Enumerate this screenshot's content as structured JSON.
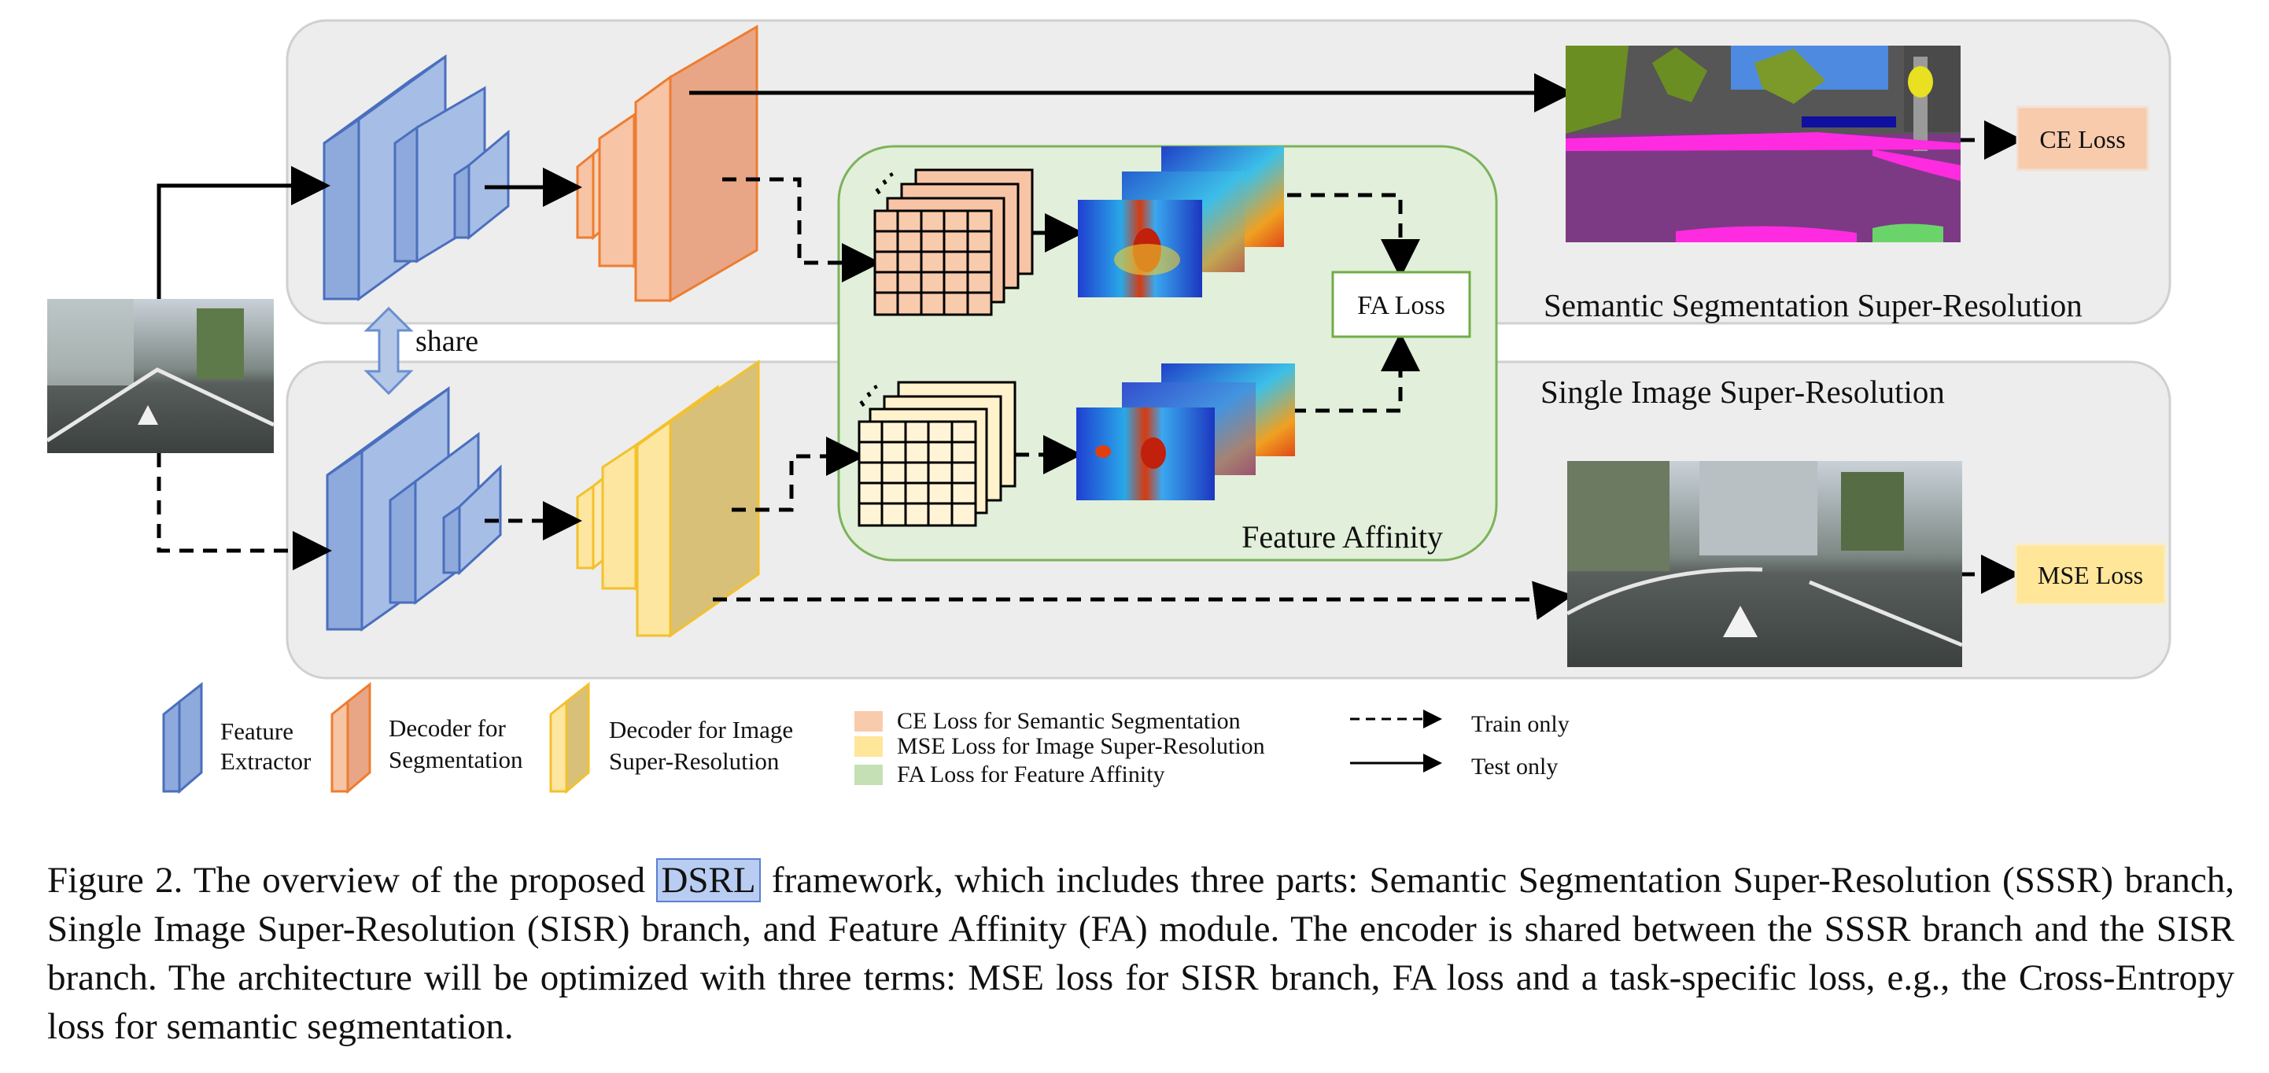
{
  "figure": {
    "share_label": "share",
    "ce_loss": "CE Loss",
    "mse_loss": "MSE Loss",
    "fa_loss": "FA Loss",
    "feature_affinity_title": "Feature Affinity",
    "sssr_title": "Semantic Segmentation Super-Resolution",
    "sisr_title": "Single Image Super-Resolution",
    "legend": {
      "feature_extractor": [
        "Feature",
        "Extractor"
      ],
      "decoder_seg": [
        "Decoder for",
        "Segmentation"
      ],
      "decoder_sr": [
        "Decoder for Image",
        "Super-Resolution"
      ],
      "ce_desc": "CE Loss for Semantic Segmentation",
      "mse_desc": "MSE Loss for Image Super-Resolution",
      "fa_desc": "FA Loss for Feature Affinity",
      "train_only": "Train only",
      "test_only": "Test only"
    }
  },
  "caption": {
    "prefix": "Figure 2. The overview of the proposed ",
    "highlight": "DSRL",
    "rest": " framework, which includes three parts: Semantic Segmentation Super-Resolution (SSSR) branch, Single Image Super-Resolution (SISR) branch, and Feature Affinity (FA) module. The encoder is shared between the SSSR branch and the SISR branch. The architecture will be optimized with three terms: MSE loss for SISR branch, FA loss and a task-specific loss, e.g., the Cross-Entropy loss for semantic segmentation."
  },
  "colors": {
    "encoder_blue": "#8ea9db",
    "decoder_orange": "#f7c4a6",
    "decoder_yellow": "#fde6a0",
    "affinity_green": "#e2efda",
    "panel_gray": "#ededed"
  }
}
